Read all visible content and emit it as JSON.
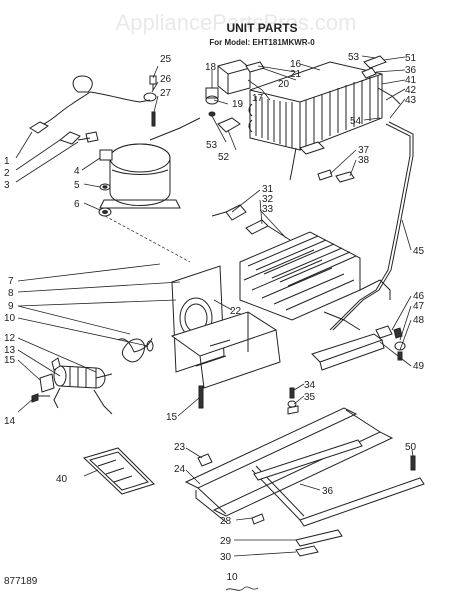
{
  "watermark": "AppliancePartsPros.com",
  "header": {
    "title": "UNIT PARTS",
    "model_line": "For Model: EHT181MKWR-0"
  },
  "footer": {
    "code": "877189",
    "page": "10",
    "signature": "left-bottom-scribble"
  },
  "callouts": [
    "1",
    "2",
    "3",
    "4",
    "5",
    "6",
    "7",
    "8",
    "9",
    "10",
    "12",
    "13",
    "14",
    "15",
    "15",
    "16",
    "17",
    "18",
    "19",
    "20",
    "21",
    "22",
    "23",
    "24",
    "25",
    "26",
    "27",
    "28",
    "29",
    "30",
    "31",
    "32",
    "33",
    "34",
    "35",
    "36",
    "36",
    "37",
    "38",
    "40",
    "41",
    "42",
    "43",
    "45",
    "46",
    "47",
    "48",
    "49",
    "50",
    "51",
    "52",
    "53",
    "53",
    "54"
  ]
}
